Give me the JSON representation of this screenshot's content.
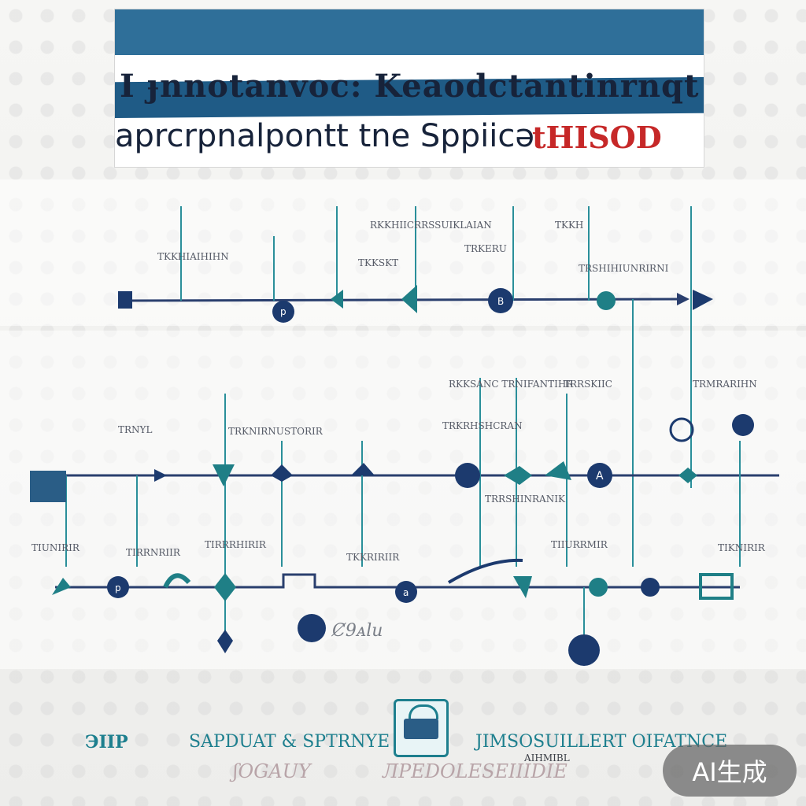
{
  "title": {
    "line1": "I ɟnnotanvoc: Keaodctantinrnqt",
    "line2": "aprcrpnalpontt tne Sppiicǝ",
    "line2_accent": "tHISOD",
    "bar_color": "#2f6f99",
    "accent_color": "#c62828"
  },
  "diagram": {
    "row1_labels": [
      "RKKHIICRRSSUIKLAIAN",
      "TRKERU",
      "TKKHIAIHIHN",
      "TKKSKT",
      "TKKH",
      "TRSHIHIUNRIRNI"
    ],
    "row2_labels": [
      "TRNYL",
      "TRKNIRNUSTORIR",
      "RKKSANC TRNIFANTIHR",
      "TRRSKIIC",
      "TRKRHSHCRAN",
      "TRMRARIHN"
    ],
    "row2_mid_label": "TRRSHINRANIK",
    "row3_labels": [
      "TIUNIRIR",
      "TIRRNRIIR",
      "TIRRRHIRIR",
      "TKKRIRIIR",
      "TIIURRMIR",
      "TIKNIRIR"
    ],
    "node_letters": [
      "p",
      "B",
      "A",
      "p",
      "a"
    ],
    "caption": "Ȼ9ᴀlu",
    "line_color": "#2a8f9a",
    "node_color": "#1c3a6e"
  },
  "footer": {
    "left_logo": "ЭIIP",
    "left_text": "SAPDUAT & SPTRNYE",
    "right_text": "JIMSOSUILLERT OIFATNCE",
    "right_sub": "AIHMIBL",
    "left_sub": "ʃOGAUY",
    "right_lower": "ЛPEDOLESEIIIDIE"
  },
  "badge": {
    "label": "AI生成"
  }
}
